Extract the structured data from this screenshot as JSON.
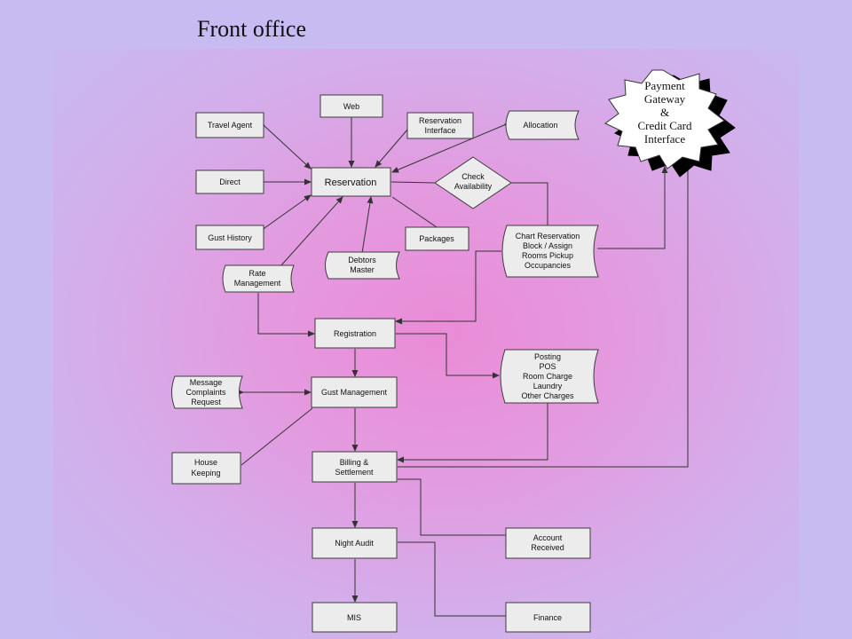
{
  "title": "Front office",
  "nodes": {
    "travel_agent": [
      "Travel Agent"
    ],
    "web": [
      "Web"
    ],
    "reservation_interface": [
      "Reservation",
      "Interface"
    ],
    "allocation": [
      "Allocation"
    ],
    "payment_gateway": [
      "Payment",
      "Gateway",
      "&",
      "Credit Card",
      "Interface"
    ],
    "direct": [
      "Direct"
    ],
    "reservation": [
      "Reservation"
    ],
    "check_availability": [
      "Check",
      "Availability"
    ],
    "gust_history": [
      "Gust History"
    ],
    "debtors_master": [
      "Debtors",
      "Master"
    ],
    "packages": [
      "Packages"
    ],
    "chart_reservation": [
      "Chart Reservation",
      "Block / Assign",
      "Rooms Pickup",
      "Occupancies"
    ],
    "rate_management": [
      "Rate",
      "Management"
    ],
    "registration": [
      "Registration"
    ],
    "posting": [
      "Posting",
      "POS",
      "Room Charge",
      "Laundry",
      "Other Charges"
    ],
    "message": [
      "Message",
      "Complaints",
      "Request"
    ],
    "gust_management": [
      "Gust Management"
    ],
    "house_keeping": [
      "House",
      "Keeping"
    ],
    "billing": [
      "Billing &",
      "Settlement"
    ],
    "night_audit": [
      "Night Audit"
    ],
    "account_received": [
      "Account",
      "Received"
    ],
    "mis": [
      "MIS"
    ],
    "finance": [
      "Finance"
    ]
  }
}
